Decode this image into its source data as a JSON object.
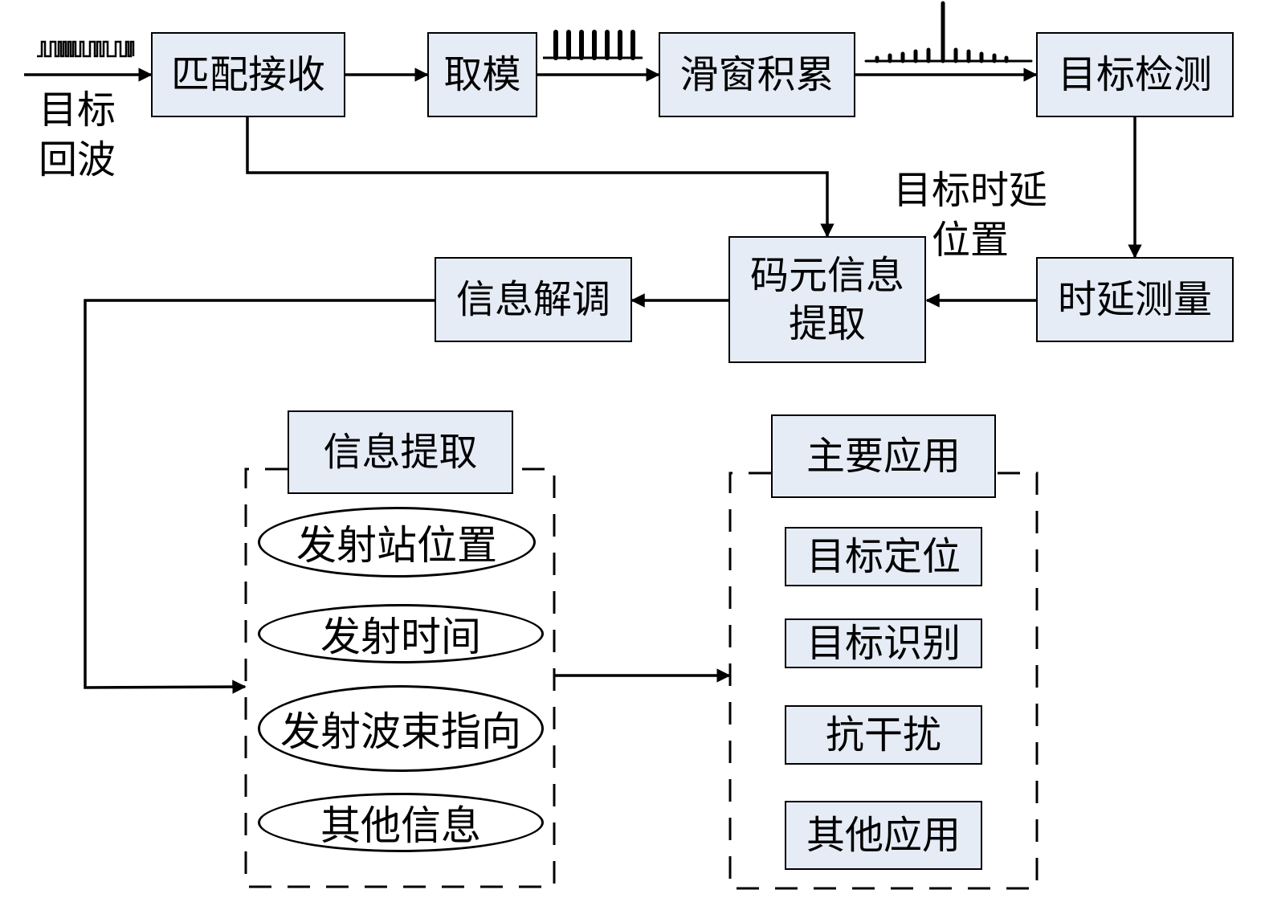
{
  "diagram": {
    "input_label": [
      "目标",
      "回波"
    ],
    "pipeline": [
      {
        "id": "matched-receive",
        "label": "匹配接收"
      },
      {
        "id": "modulus",
        "label": "取模"
      },
      {
        "id": "sliding-window-accumulate",
        "label": "滑窗积累"
      },
      {
        "id": "target-detect",
        "label": "目标检测"
      },
      {
        "id": "delay-measure",
        "label": "时延测量"
      },
      {
        "id": "symbol-info-extract",
        "label": "码元信息提取",
        "lines": [
          "码元信息",
          "提取"
        ]
      },
      {
        "id": "info-demodulate",
        "label": "信息解调"
      }
    ],
    "edge_label_delay": [
      "目标时延",
      "位置"
    ],
    "info_extract_group": {
      "title": "信息提取",
      "items": [
        "发射站位置",
        "发射时间",
        "发射波束指向",
        "其他信息"
      ]
    },
    "applications_group": {
      "title": "主要应用",
      "items": [
        "目标定位",
        "目标识别",
        "抗干扰",
        "其他应用"
      ]
    },
    "colors": {
      "box_fill": "#e6ecf6",
      "stroke": "#000000"
    }
  }
}
